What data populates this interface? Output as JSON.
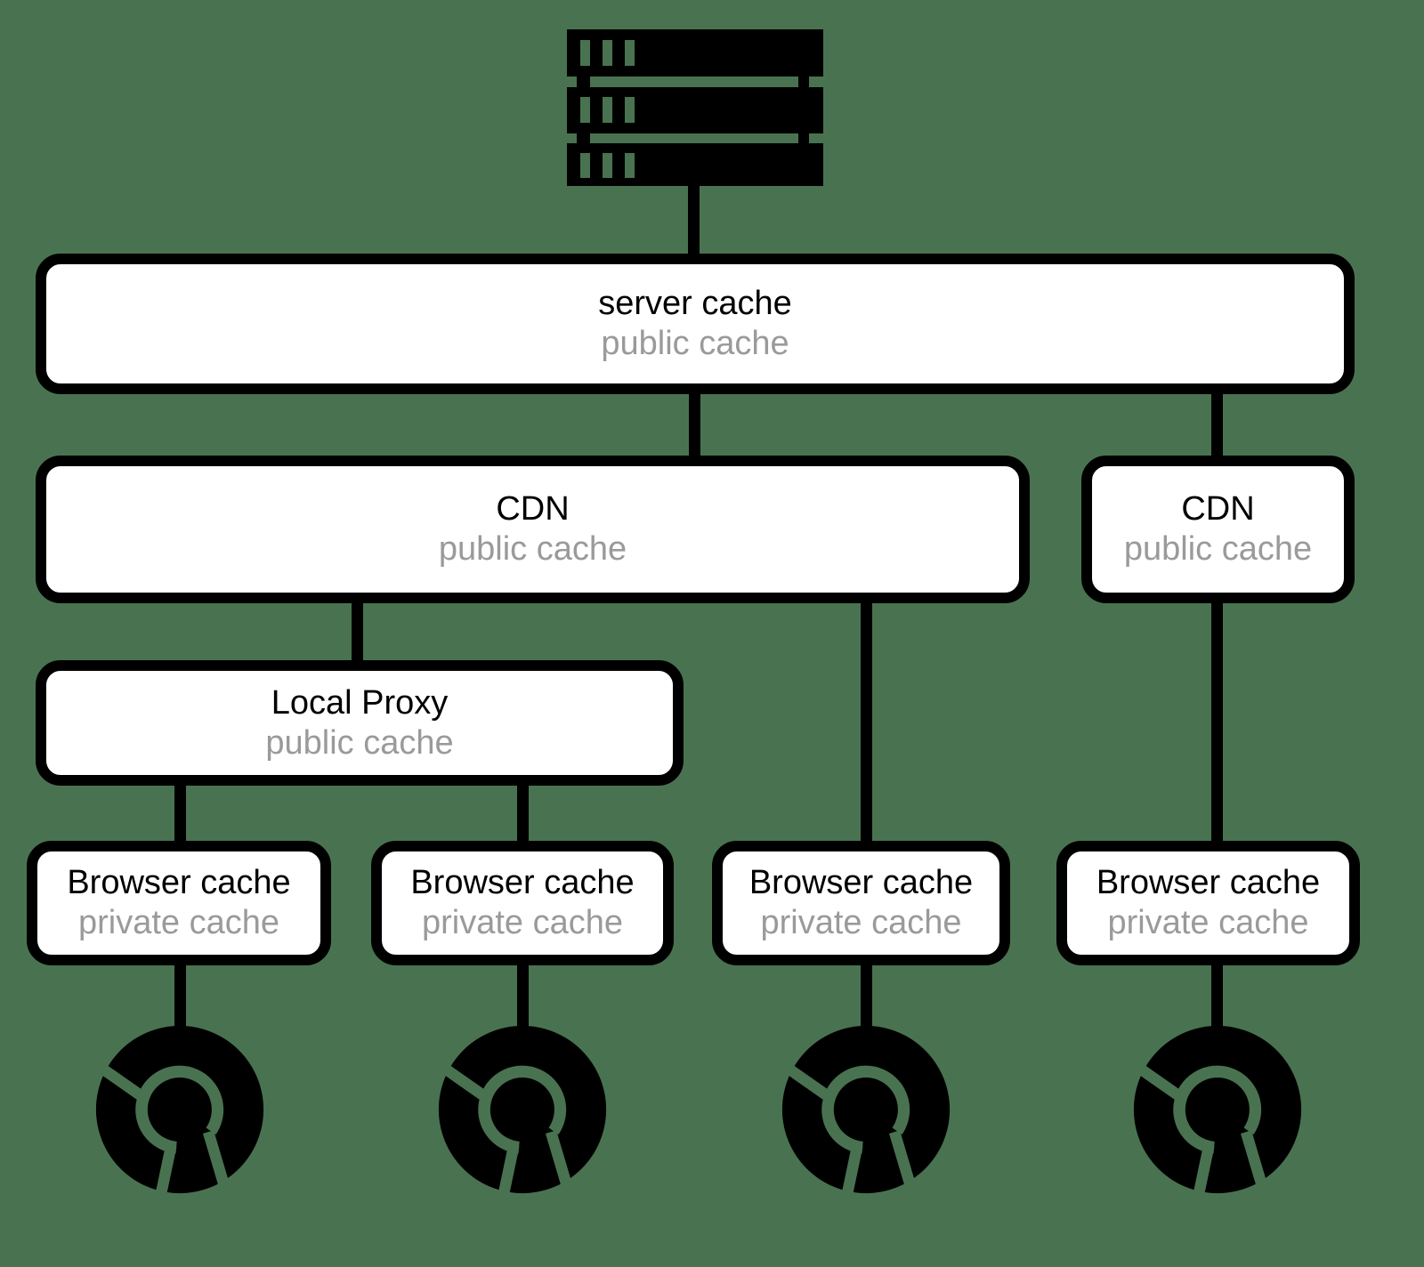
{
  "colors": {
    "background": "#497350",
    "node_fill": "#ffffff",
    "node_border": "#000000",
    "title_color": "#000000",
    "subtitle_color": "#9a9a9a"
  },
  "diagram": {
    "nodes": {
      "origin_server": {
        "icon": "server-icon"
      },
      "server_cache": {
        "title": "server cache",
        "subtitle": "public cache"
      },
      "cdn_left": {
        "title": "CDN",
        "subtitle": "public cache"
      },
      "cdn_right": {
        "title": "CDN",
        "subtitle": "public cache"
      },
      "local_proxy": {
        "title": "Local Proxy",
        "subtitle": "public cache"
      },
      "browser_caches": [
        {
          "title": "Browser cache",
          "subtitle": "private cache"
        },
        {
          "title": "Browser cache",
          "subtitle": "private cache"
        },
        {
          "title": "Browser cache",
          "subtitle": "private cache"
        },
        {
          "title": "Browser cache",
          "subtitle": "private cache"
        }
      ],
      "browsers": [
        {
          "icon": "chrome-icon"
        },
        {
          "icon": "chrome-icon"
        },
        {
          "icon": "chrome-icon"
        },
        {
          "icon": "chrome-icon"
        }
      ]
    },
    "edges": [
      "origin_server -> server_cache",
      "server_cache -> cdn_left",
      "server_cache -> cdn_right",
      "cdn_left -> local_proxy",
      "cdn_left -> browser_cache_3",
      "cdn_right -> browser_cache_4",
      "local_proxy -> browser_cache_1",
      "local_proxy -> browser_cache_2",
      "browser_cache_1 -> browser_1",
      "browser_cache_2 -> browser_2",
      "browser_cache_3 -> browser_3",
      "browser_cache_4 -> browser_4"
    ]
  }
}
